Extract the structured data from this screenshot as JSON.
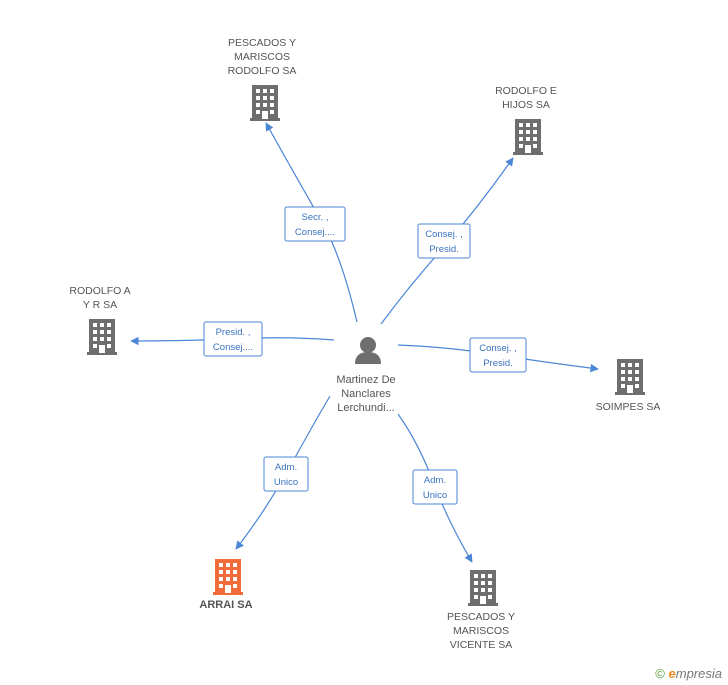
{
  "colors": {
    "edge": "#4a86d6",
    "building": "#6e6e6e",
    "building_highlight": "#f26a3a",
    "person": "#6e6e6e",
    "brand": "#f08c1e"
  },
  "center": {
    "icon": "person-icon",
    "label_lines": [
      "Martinez De",
      "Nanclares",
      "Lerchundi..."
    ]
  },
  "companies": [
    {
      "id": "pescados-rodolfo",
      "icon": "building-icon",
      "label_lines": [
        "PESCADOS Y",
        "MARISCOS",
        "RODOLFO SA"
      ],
      "relation_lines": [
        "Secr. ,",
        "Consej...."
      ],
      "highlight": false
    },
    {
      "id": "rodolfo-hijos",
      "icon": "building-icon",
      "label_lines": [
        "RODOLFO E",
        "HIJOS SA"
      ],
      "relation_lines": [
        "Consej. ,",
        "Presid."
      ],
      "highlight": false
    },
    {
      "id": "rodolfo-ayr",
      "icon": "building-icon",
      "label_lines": [
        "RODOLFO A",
        "Y R SA"
      ],
      "relation_lines": [
        "Presid. ,",
        "Consej...."
      ],
      "highlight": false
    },
    {
      "id": "soimpes",
      "icon": "building-icon",
      "label_lines": [
        "SOIMPES SA"
      ],
      "relation_lines": [
        "Consej. ,",
        "Presid."
      ],
      "highlight": false
    },
    {
      "id": "arrai",
      "icon": "building-icon",
      "label_lines": [
        "ARRAI SA"
      ],
      "relation_lines": [
        "Adm.",
        "Unico"
      ],
      "highlight": true
    },
    {
      "id": "pescados-vicente",
      "icon": "building-icon",
      "label_lines": [
        "PESCADOS Y",
        "MARISCOS",
        "VICENTE SA"
      ],
      "relation_lines": [
        "Adm.",
        "Unico"
      ],
      "highlight": false
    }
  ],
  "footer": {
    "copyright_symbol": "©",
    "brand_initial": "e",
    "brand_rest": "mpresia"
  }
}
